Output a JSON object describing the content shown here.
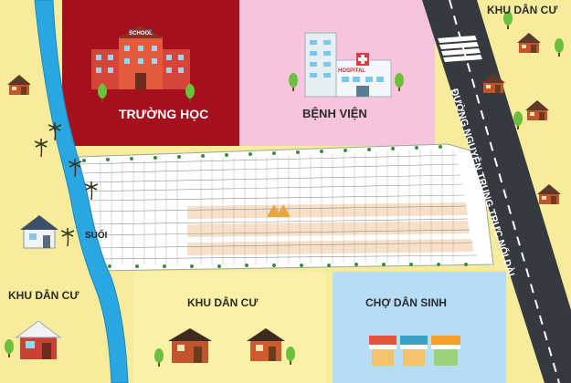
{
  "labels": {
    "school": "TRƯỜNG HỌC",
    "hospital": "BỆNH VIỆN",
    "residential_top_right": "KHU DÂN CƯ",
    "residential_left": "KHU DÂN CƯ",
    "residential_bottom": "KHU DÂN CƯ",
    "market": "CHỢ DÂN SINH",
    "stream": "SUỐI",
    "road_name": "ĐƯỜNG NGUYỄN TRUNG TRỰC NỐI DÀI"
  },
  "building_signs": {
    "school_sign": "SCHOOL",
    "hospital_sign": "HOSPITAL"
  },
  "colors": {
    "residential": "#f7ec9c",
    "school_zone": "#a5101c",
    "hospital_zone": "#f7c3dd",
    "market_zone": "#b6dcf6",
    "residential_bottom": "#faf1a8",
    "stream": "#2aa7e0",
    "road": "#343a40",
    "lot_area": "#ffffff",
    "lot_row_highlight": "#f7dfc8"
  },
  "icons": [
    "school-building-icon",
    "hospital-building-icon",
    "house-icon",
    "market-stall-icon",
    "tree-icon",
    "palm-tree-icon",
    "logo-icon"
  ]
}
